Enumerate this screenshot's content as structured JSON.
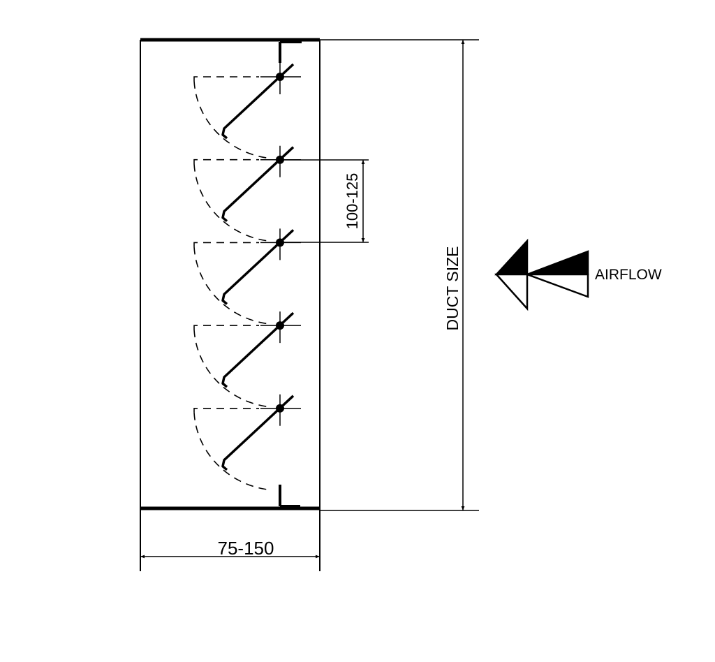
{
  "title": "Multi-blade damper section",
  "labels": {
    "blade_pitch": "100-125",
    "duct_size": "DUCT SIZE",
    "frame_depth": "75-150",
    "airflow": "AIRFLOW"
  },
  "blade_count": 5,
  "colors": {
    "line": "#000000",
    "background": "#ffffff"
  }
}
